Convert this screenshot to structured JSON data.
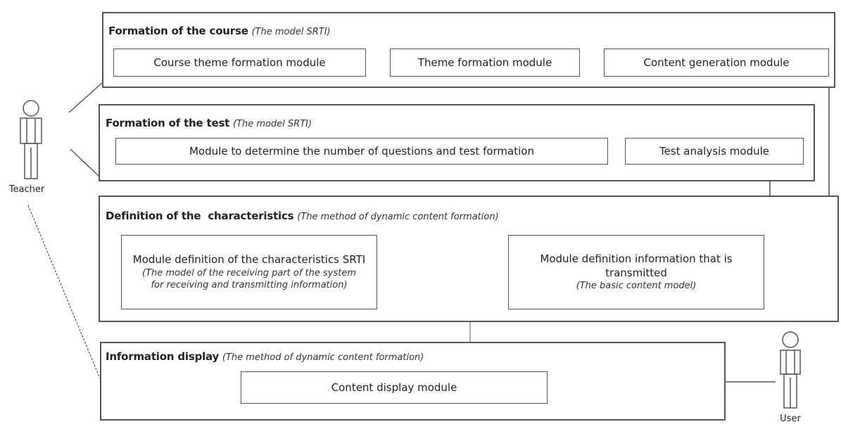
{
  "actors": {
    "teacher": "Teacher",
    "user": "User"
  },
  "frames": {
    "course": {
      "title": "Formation of the course",
      "subtitle": "(The model SRTI)",
      "modules": [
        "Course theme formation module",
        "Theme formation module",
        "Content generation module"
      ]
    },
    "test": {
      "title": "Formation of the test",
      "subtitle": "(The model SRTI)",
      "modules": [
        "Module to determine the number of questions and test formation",
        "Test analysis module"
      ]
    },
    "characteristics": {
      "title": "Definition of the  characteristics",
      "subtitle": "(The method of dynamic content formation)",
      "modules": [
        {
          "title": "Module definition of the characteristics SRTI",
          "subtitle": "(The model of the receiving part of the system for receiving and transmitting information)"
        },
        {
          "title": "Module definition information that is transmitted",
          "subtitle": "(The basic content model)"
        }
      ]
    },
    "display": {
      "title": "Information display",
      "subtitle": "(The method of dynamic content formation)",
      "modules": [
        "Content display module"
      ]
    }
  }
}
